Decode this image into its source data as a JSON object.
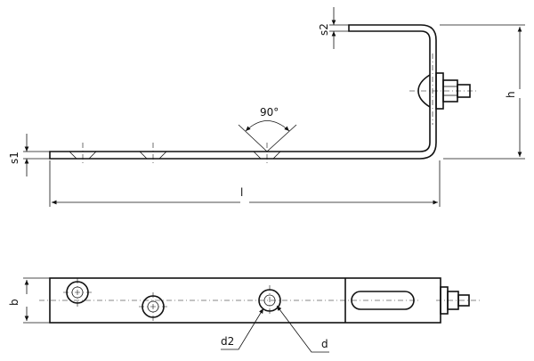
{
  "labels": {
    "s1": "s1",
    "s2": "s2",
    "h": "h",
    "l": "l",
    "b": "b",
    "d": "d",
    "d2": "d2",
    "angle": "90°"
  }
}
